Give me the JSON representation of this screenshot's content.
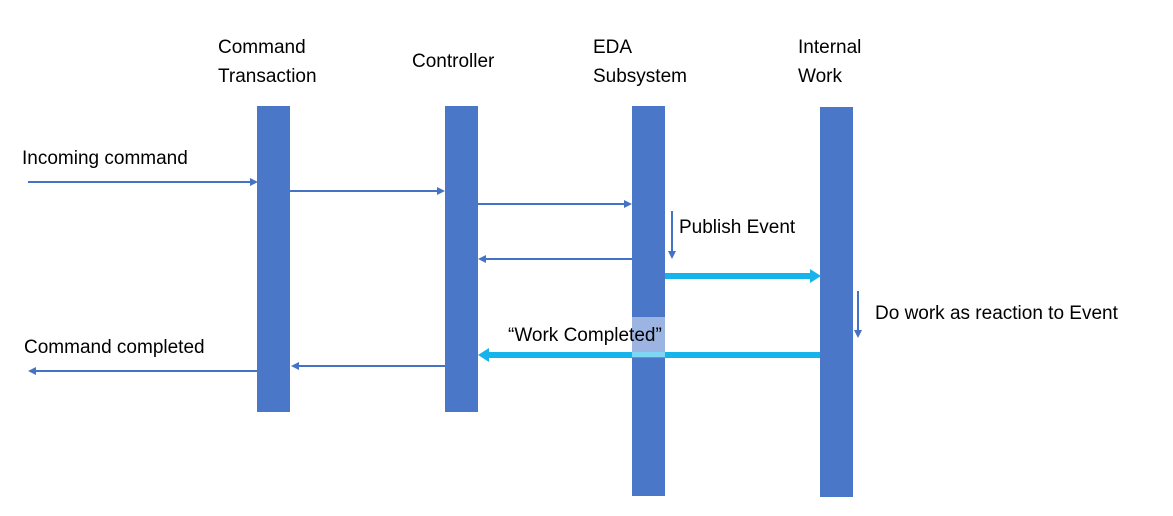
{
  "lifelines": [
    {
      "id": "command-transaction",
      "label_line1": "Command",
      "label_line2": "Transaction"
    },
    {
      "id": "controller",
      "label_line1": "Controller",
      "label_line2": ""
    },
    {
      "id": "eda-subsystem",
      "label_line1": "EDA",
      "label_line2": "Subsystem"
    },
    {
      "id": "internal-work",
      "label_line1": "Internal",
      "label_line2": "Work"
    }
  ],
  "messages": {
    "incoming_command": "Incoming command",
    "publish_event": "Publish Event",
    "do_work": "Do work as reaction to Event",
    "work_completed": "“Work Completed”",
    "command_completed": "Command completed"
  },
  "colors": {
    "lifeline_bar": "#4a77c8",
    "sync_arrow": "#4472c4",
    "event_arrow": "#17b4ec"
  }
}
